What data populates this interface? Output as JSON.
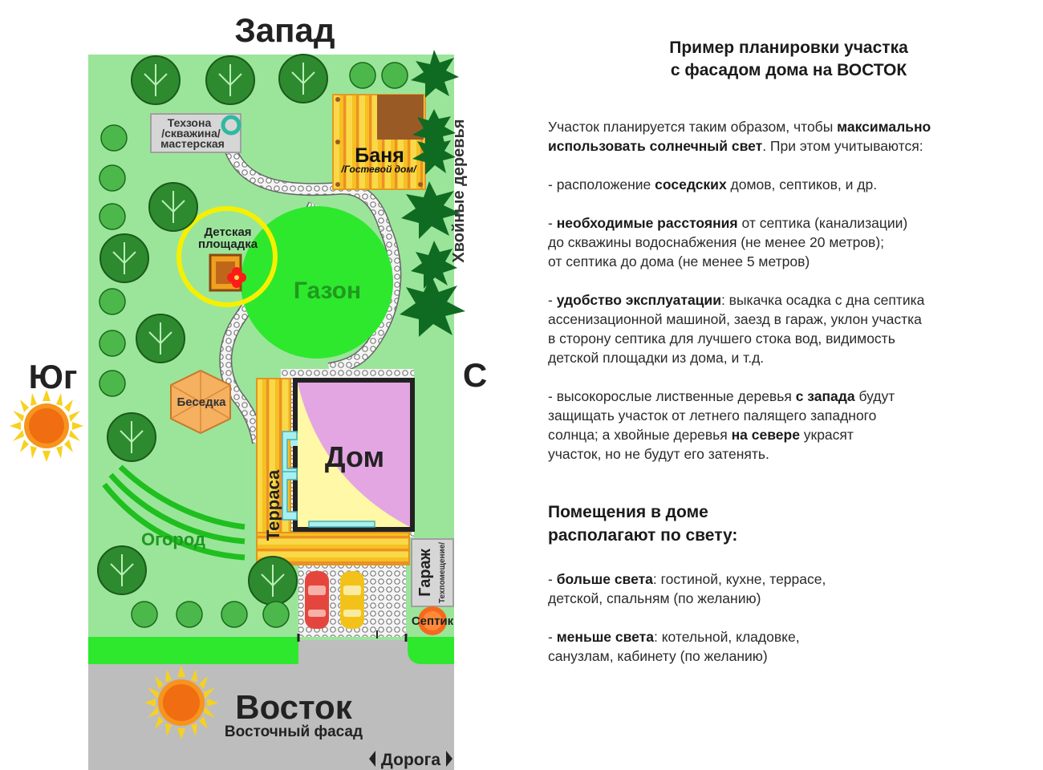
{
  "plan": {
    "directions": {
      "west": "Запад",
      "south": "Юг",
      "north": "С",
      "east": "Восток"
    },
    "east_facade": "Восточный фасад",
    "road": "Дорога",
    "tech_zone": [
      "Техзона",
      "/скважина/",
      "мастерская"
    ],
    "banya": "Баня",
    "guest_house": "/Гостевой дом/",
    "conifers": "Хвойные деревья",
    "playground": [
      "Детская",
      "площадка"
    ],
    "lawn": "Газон",
    "gazebo": "Беседка",
    "terrace": "Терраса",
    "house": "Дом",
    "garden": "Огород",
    "garage": "Гараж",
    "tech_room": "Техпомещение/",
    "septic": "Септик",
    "colors": {
      "grass": "#9be59b",
      "lawn": "#2ee82e",
      "road": "#bdbdbd",
      "house_fill": "#e3a6e3",
      "house_light": "#fff8a6",
      "wood": "#f5c020",
      "tree": "#1e7d1e",
      "sun": "#f7941d"
    }
  },
  "panel": {
    "title_line1": "Пример планировки участка",
    "title_line2": "с фасадом дома на ВОСТОК",
    "intro": {
      "t1": "Участок планируется таким образом, чтобы ",
      "b1": "максимально",
      "b2": "использовать солнечный свет",
      "t2": ". При этом учитываются:"
    },
    "item1": {
      "t1": "- расположение ",
      "b1": "соседских",
      "t2": " домов, септиков, и др."
    },
    "item2": {
      "t1": "- ",
      "b1": "необходимые расстояния",
      "t2": " от септика (канализации)",
      "line2": "до скважины водоснабжения (не менее 20 метров);",
      "line3": "от септика до дома (не менее 5 метров)"
    },
    "item3": {
      "t1": "- ",
      "b1": "удобство эксплуатации",
      "t2": ": выкачка осадка с дна септика",
      "line2": "ассенизационной машиной, заезд в гараж, уклон участка",
      "line3": "в сторону септика для лучшего стока вод, видимость",
      "line4": "детской площадки из дома, и т.д."
    },
    "item4": {
      "t1": "- высокорослые лиственные деревья ",
      "b1": "с запада",
      "t2": " будут",
      "line2": "защищать участок от летнего палящего западного",
      "line3a": "солнца; а хвойные деревья ",
      "b2": "на севере",
      "line3b": " украсят",
      "line4": "участок, но не будут его затенять."
    },
    "rooms_title_line1": "Помещения в доме",
    "rooms_title_line2": "располагают по свету:",
    "more_light": {
      "t1": "- ",
      "b1": "больше света",
      "t2": ": гостиной, кухне, террасе,",
      "line2": "детской, спальням (по желанию)"
    },
    "less_light": {
      "t1": "- ",
      "b1": "меньше света",
      "t2": ": котельной, кладовке,",
      "line2": "санузлам, кабинету (по желанию)"
    }
  }
}
